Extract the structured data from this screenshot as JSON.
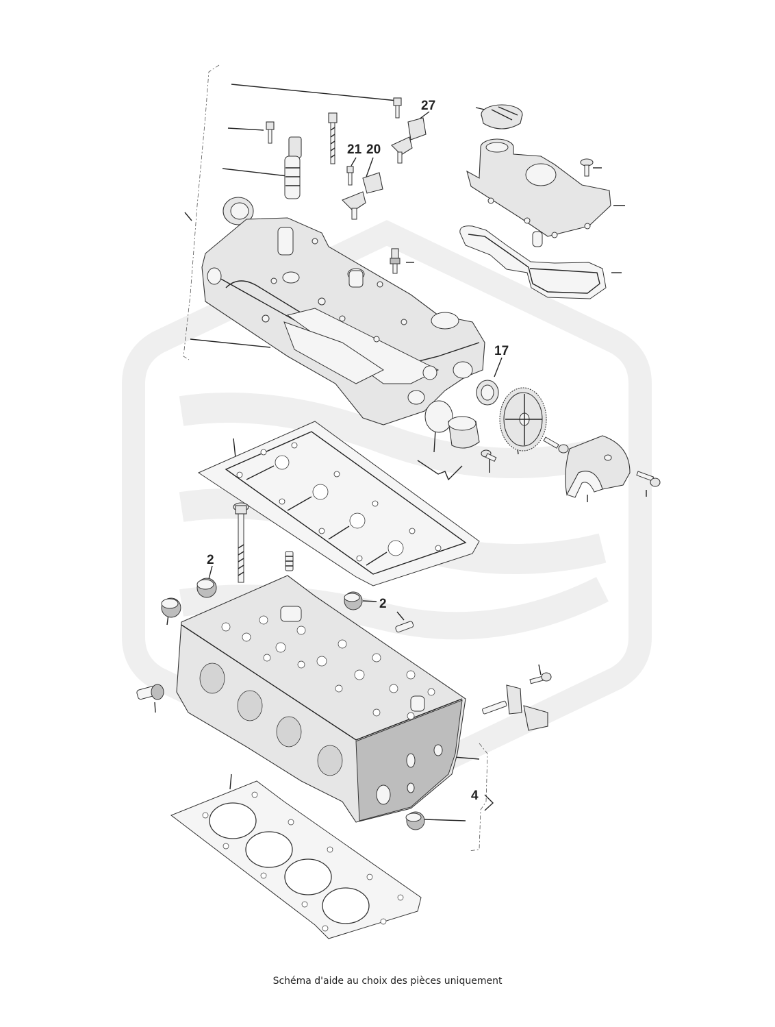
{
  "callouts": {
    "c27": "27",
    "c21": "21",
    "c20": "20",
    "c17": "17",
    "c2a": "2",
    "c2b": "2",
    "c4": "4"
  },
  "caption": "Schéma d'aide au choix des pièces uniquement",
  "colors": {
    "line": "#222222",
    "part_fill": "#e6e6e6",
    "watermark": "#efefef"
  }
}
